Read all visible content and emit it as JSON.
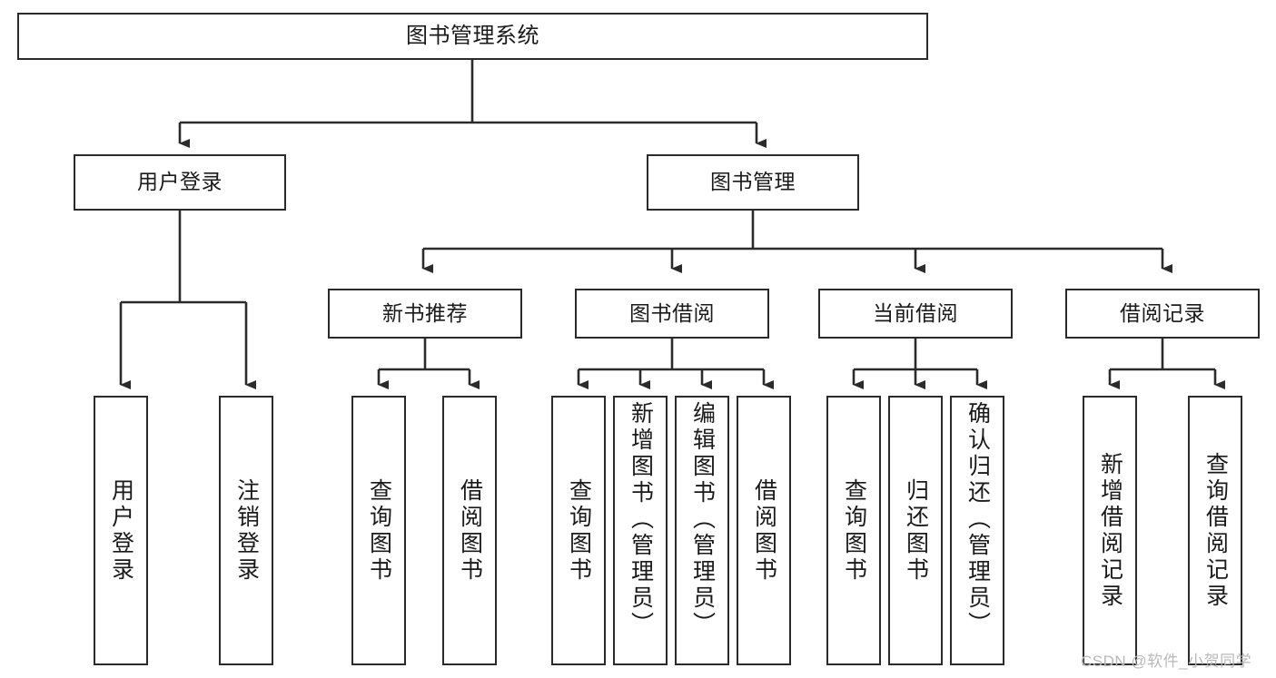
{
  "diagram": {
    "title": "图书管理系统",
    "type": "hierarchy-tree",
    "root": {
      "label": "图书管理系统"
    },
    "level2": [
      {
        "label": "用户登录"
      },
      {
        "label": "图书管理"
      }
    ],
    "level3": [
      {
        "label": "新书推荐"
      },
      {
        "label": "图书借阅"
      },
      {
        "label": "当前借阅"
      },
      {
        "label": "借阅记录"
      }
    ],
    "leaves": {
      "user_login": [
        {
          "label": "用户登录"
        },
        {
          "label": "注销登录"
        }
      ],
      "new_book_recommend": [
        {
          "label": "查询图书"
        },
        {
          "label": "借阅图书"
        }
      ],
      "book_borrow": [
        {
          "label": "查询图书"
        },
        {
          "label": "新增图书（管理员）"
        },
        {
          "label": "编辑图书（管理员）"
        },
        {
          "label": "借阅图书"
        }
      ],
      "current_borrow": [
        {
          "label": "查询图书"
        },
        {
          "label": "归还图书"
        },
        {
          "label": "确认归还（管理员）"
        }
      ],
      "borrow_record": [
        {
          "label": "新增借阅记录"
        },
        {
          "label": "查询借阅记录"
        }
      ]
    }
  },
  "watermark": {
    "text": "CSDN @软件_小贺同学"
  },
  "colors": {
    "border": "#2b2b2b",
    "background": "#ffffff",
    "text": "#1a1a1a",
    "watermark": "#b9b9b9"
  }
}
